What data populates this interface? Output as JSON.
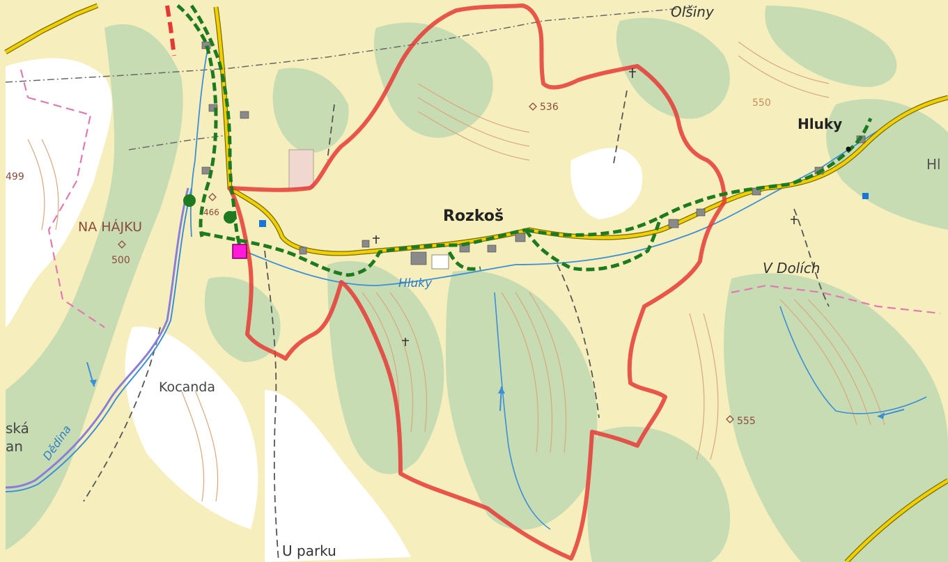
{
  "map": {
    "places": {
      "olsiny": "Olšiny",
      "hluky_village": "Hluky",
      "hl_cut": "Hl",
      "rozkos": "Rozkoš",
      "na_hajku": "NA HÁJKU",
      "v_dolich": "V Dolích",
      "kocanda": "Kocanda",
      "u_parku": "U parku",
      "ska_cut": "ská",
      "an_cut": "an"
    },
    "elevations": {
      "e536": "536",
      "e550": "550",
      "e499": "499",
      "e500": "500",
      "e466": "466",
      "e555": "555"
    },
    "water": {
      "hluky_stream": "Hluky",
      "dedina_river": "Dědina"
    },
    "colors": {
      "red_boundary": "#e53935",
      "green_trail": "#1e7a1e",
      "road_yellow": "#f1d000",
      "forest": "#c8dcb4",
      "field": "#f6efbd",
      "water": "#3b8fd4",
      "contour": "#d9a77d",
      "pink_border": "#e07ab0",
      "marker_magenta": "#ff1ad9"
    }
  }
}
